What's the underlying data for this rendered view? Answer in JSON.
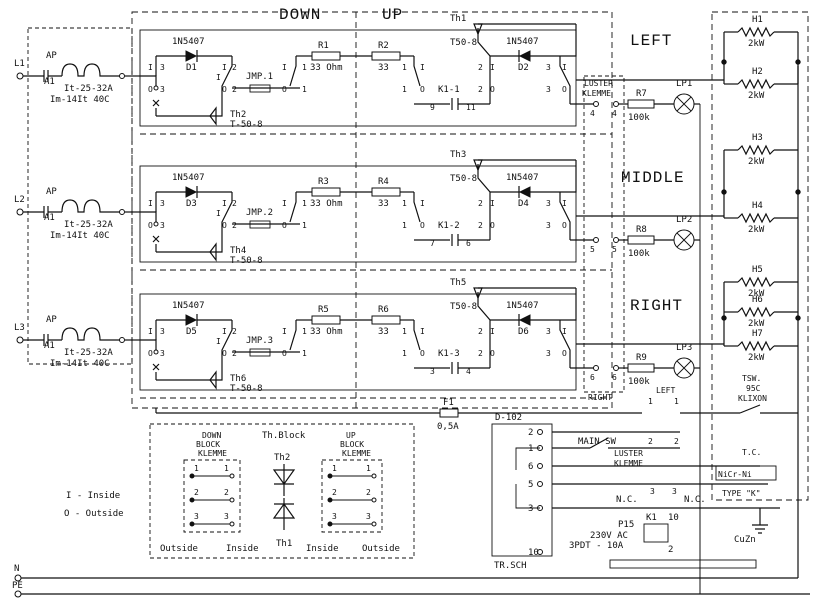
{
  "headers": {
    "down": "DOWN",
    "up": "UP",
    "left": "LEFT",
    "middle": "MIDDLE",
    "right": "RIGHT"
  },
  "lines": [
    {
      "name": "L1",
      "ap": "AP",
      "a1": "A1",
      "breaker": "It-25-32A",
      "im": "Im-14It  40C",
      "d_in": "D1",
      "d_out": "D2",
      "r_a": "R1",
      "r_a_val": "33 Ohm",
      "r_b": "R2",
      "r_b_val": "33",
      "jmp": "JMP.1",
      "relay": "K1-1",
      "triac_top": "Th1",
      "triac_top_type": "T50-8",
      "triac_bot": "Th2",
      "triac_bot_type": "T-50-8",
      "lamp_r": "R7",
      "lamp_r_val": "100k",
      "lamp": "LP1",
      "term_a": "4",
      "term_b": "4",
      "pin_l": "9",
      "pin_r": "11"
    },
    {
      "name": "L2",
      "ap": "AP",
      "a1": "A1",
      "breaker": "It-25-32A",
      "im": "Im-14It  40C",
      "d_in": "D3",
      "d_out": "D4",
      "r_a": "R3",
      "r_a_val": "33 Ohm",
      "r_b": "R4",
      "r_b_val": "33",
      "jmp": "JMP.2",
      "relay": "K1-2",
      "triac_top": "Th3",
      "triac_top_type": "T50-8",
      "triac_bot": "Th4",
      "triac_bot_type": "T-50-8",
      "lamp_r": "R8",
      "lamp_r_val": "100k",
      "lamp": "LP2",
      "term_a": "5",
      "term_b": "5",
      "pin_l": "7",
      "pin_r": "6"
    },
    {
      "name": "L3",
      "ap": "AP",
      "a1": "A1",
      "breaker": "It-25-32A",
      "im": "Im-14It  40C",
      "d_in": "D5",
      "d_out": "D6",
      "r_a": "R5",
      "r_a_val": "33 Ohm",
      "r_b": "R6",
      "r_b_val": "33",
      "jmp": "JMP.3",
      "relay": "K1-3",
      "triac_top": "Th5",
      "triac_top_type": "T50-8",
      "triac_bot": "Th6",
      "triac_bot_type": "T-50-8",
      "lamp_r": "R9",
      "lamp_r_val": "100k",
      "lamp": "LP3",
      "term_a": "6",
      "term_b": "6",
      "pin_l": "3",
      "pin_r": "4"
    }
  ],
  "common": {
    "diode_type": "1N5407",
    "luster": "LUSTER",
    "klemme": "KLEMME",
    "pin_io": [
      "I",
      "O"
    ],
    "pin_nums": [
      "1",
      "2",
      "3"
    ],
    "n1": "1",
    "n2": "2",
    "n3": "3"
  },
  "heaters": [
    {
      "name": "H1",
      "power": "2kW"
    },
    {
      "name": "H2",
      "power": "2kW"
    },
    {
      "name": "H3",
      "power": "2kW"
    },
    {
      "name": "H4",
      "power": "2kW"
    },
    {
      "name": "H5",
      "power": "2kW"
    },
    {
      "name": "H6",
      "power": "2kW"
    },
    {
      "name": "H7",
      "power": "2kW"
    }
  ],
  "fuse": {
    "name": "F1",
    "rating": "0,5A"
  },
  "d102": {
    "name": "D-102",
    "footer": "TR.SCH",
    "pins": [
      "2",
      "1",
      "6",
      "5",
      "3",
      "10"
    ],
    "main_sw": "MAIN SW",
    "nc1": "N.C.",
    "nc2": "N.C."
  },
  "luster_right": "RIGHT",
  "luster_left": "LEFT",
  "luster_klemme2": [
    "LUSTER",
    "KLEMME"
  ],
  "klixon": [
    "TSW.",
    "95C",
    "KLIXON"
  ],
  "thermocouple": [
    "T.C.",
    "NiCr-Ni",
    "TYPE \"K\""
  ],
  "relay": {
    "name": "P15",
    "spec1": "230V AC",
    "spec2": "3PDT - 10A",
    "coil": "K1",
    "pin10": "10",
    "pin2": "2"
  },
  "cuzn": "CuZn",
  "bus": {
    "n": "N",
    "pe": "PE"
  },
  "legend": {
    "down_block": [
      "DOWN",
      "BLOCK",
      "KLEMME"
    ],
    "up_block": [
      "UP",
      "BLOCK",
      "KLEMME"
    ],
    "th_block": "Th.Block",
    "th2": "Th2",
    "th1": "Th1",
    "rows": [
      "1",
      "2",
      "3"
    ],
    "outside": "Outside",
    "inside": "Inside",
    "inside_label": "I - Inside",
    "outside_label": "O - Outside"
  }
}
